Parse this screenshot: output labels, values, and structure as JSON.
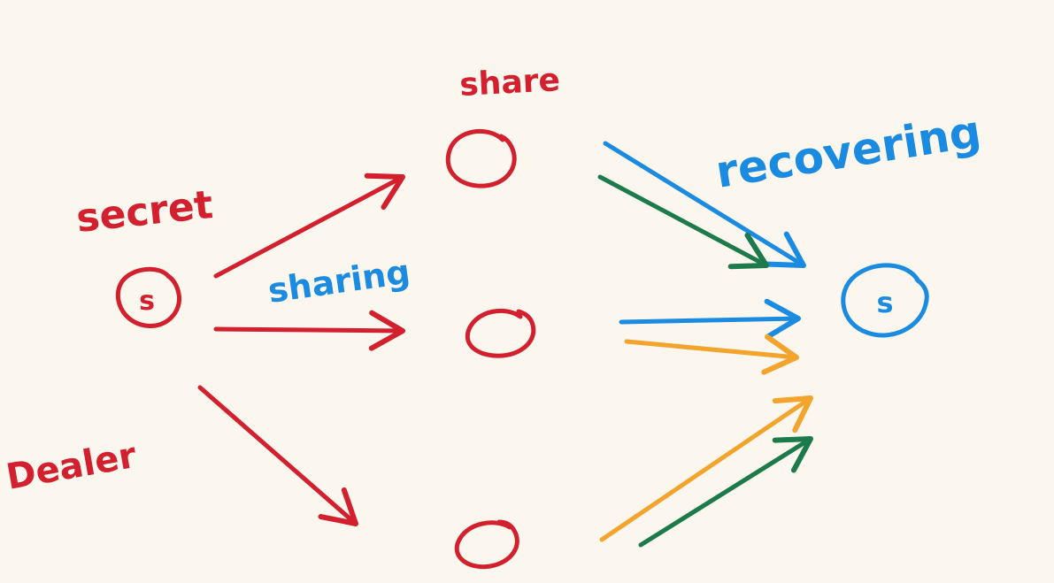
{
  "colors": {
    "background": "#fbf7ef",
    "red": "#d3202f",
    "blue": "#1a8be0",
    "green": "#1d7a4b",
    "orange": "#f2a42c"
  },
  "labels": {
    "secret": "secret",
    "dealer": "Dealer",
    "sharing": "sharing",
    "share": "share",
    "recovering": "recovering"
  },
  "nodes": {
    "secret_symbol": "s",
    "recovered_symbol": "s"
  }
}
